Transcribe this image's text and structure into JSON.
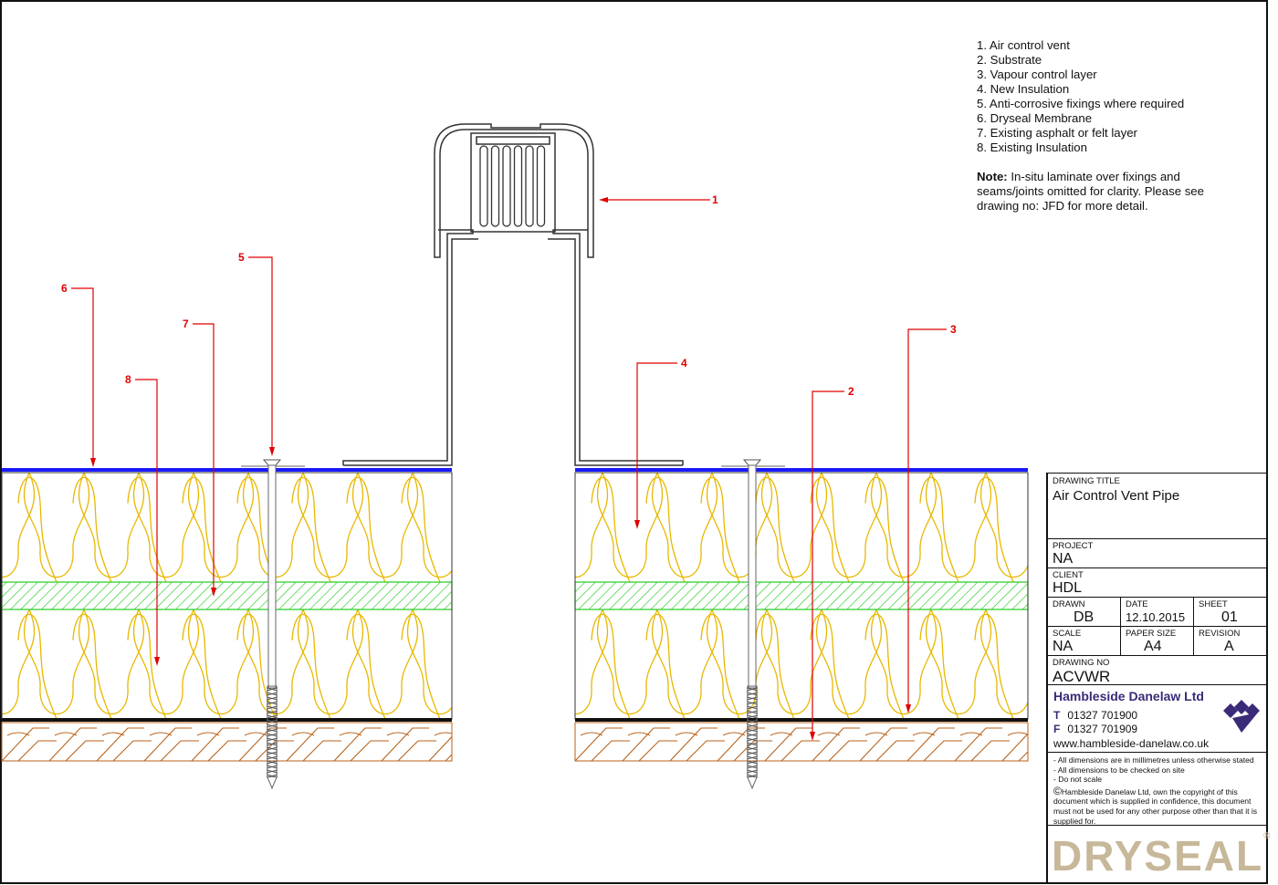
{
  "legend": {
    "items": [
      "1. Air control vent",
      "2. Substrate",
      "3. Vapour control layer",
      "4. New Insulation",
      "5. Anti-corrosive fixings where required",
      "6. Dryseal Membrane",
      "7. Existing asphalt or felt layer",
      "8. Existing Insulation"
    ]
  },
  "note": {
    "label": "Note:",
    "text": " In-situ laminate over fixings and seams/joints omitted for clarity. Please see drawing no: JFD for more detail."
  },
  "callouts": [
    "1",
    "2",
    "3",
    "4",
    "5",
    "6",
    "7",
    "8"
  ],
  "title_block": {
    "drawing_title_label": "DRAWING TITLE",
    "drawing_title": "Air Control Vent Pipe",
    "project_label": "PROJECT",
    "project": "NA",
    "client_label": "CLIENT",
    "client": "HDL",
    "drawn_label": "DRAWN",
    "drawn": "DB",
    "date_label": "DATE",
    "date": "12.10.2015",
    "sheet_label": "SHEET",
    "sheet": "01",
    "scale_label": "SCALE",
    "scale": "NA",
    "paper_label": "PAPER SIZE",
    "paper": "A4",
    "revision_label": "REVISION",
    "revision": "A",
    "drawing_no_label": "DRAWING NO",
    "drawing_no": "ACVWR",
    "company": "Hambleside Danelaw Ltd",
    "tel_label": "T",
    "tel": "01327 701900",
    "fax_label": "F",
    "fax": "01327 701909",
    "web": "www.hambleside-danelaw.co.uk",
    "disclaimers": [
      "- All dimensions are in millimetres unless otherwise stated",
      "- All dimensions to be checked on site",
      "- Do not scale"
    ],
    "copyright_symbol": "©",
    "copyright": "Hambleside Danelaw Ltd, own the copyright of this document which is supplied in confidence, this document must not be used for any other purpose other than that it is supplied for.",
    "brand": "DRYSEAL",
    "brand_reg": "®"
  },
  "colors": {
    "membrane": "#1a1aff",
    "insulation": "#e8b800",
    "hatch": "#22cc22",
    "timber": "#b8621b",
    "callout": "#e00000",
    "brand_purple": "#3b2a78",
    "brand_tan": "#c7b89a"
  }
}
